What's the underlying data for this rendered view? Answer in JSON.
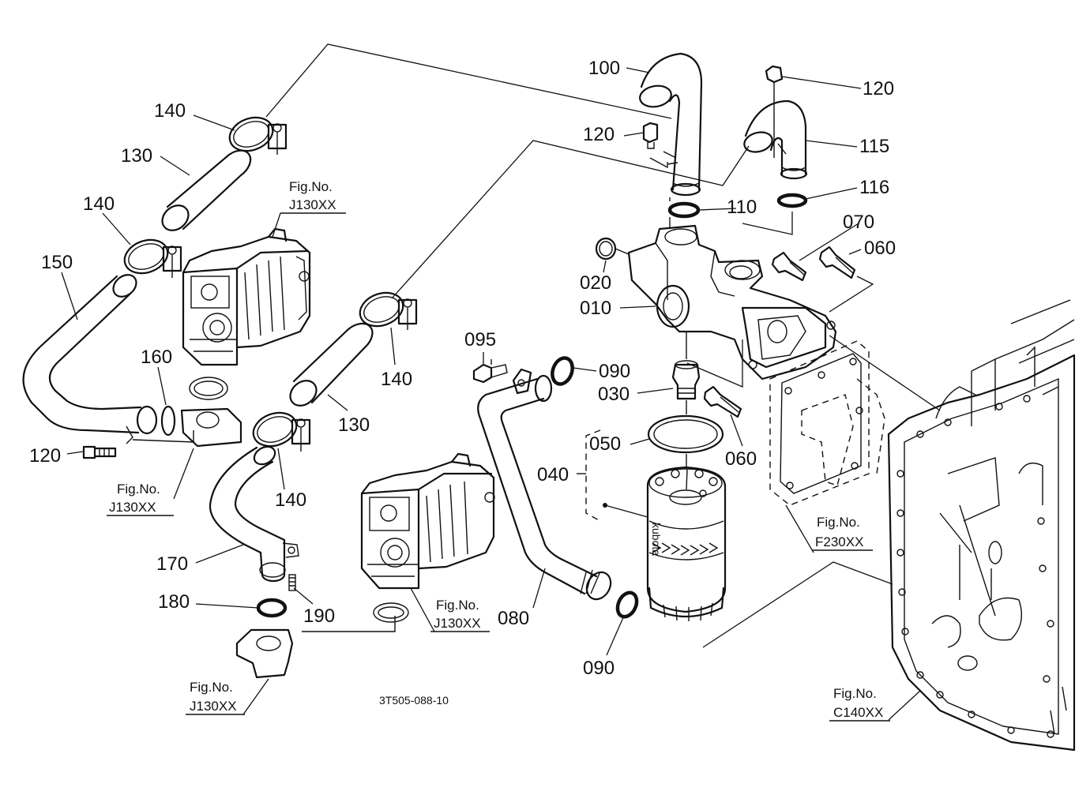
{
  "drawing_code": "3T505-088-10",
  "callouts": {
    "p010": "010",
    "p020": "020",
    "p030": "030",
    "p040": "040",
    "p050": "050",
    "p060a": "060",
    "p060b": "060",
    "p070": "070",
    "p080": "080",
    "p090a": "090",
    "p090b": "090",
    "p095": "095",
    "p100": "100",
    "p110": "110",
    "p115": "115",
    "p116": "116",
    "p120a": "120",
    "p120b": "120",
    "p120c": "120",
    "p130a": "130",
    "p130b": "130",
    "p140a": "140",
    "p140b": "140",
    "p140c": "140",
    "p140d": "140",
    "p150": "150",
    "p160": "160",
    "p170": "170",
    "p180": "180",
    "p190": "190"
  },
  "fig_refs": {
    "prefix": "Fig.No.",
    "j130_a": "J130XX",
    "j130_b": "J130XX",
    "j130_c": "J130XX",
    "j130_d": "J130XX",
    "f230": "F230XX",
    "c140": "C140XX"
  },
  "filter_brand": "kubota"
}
